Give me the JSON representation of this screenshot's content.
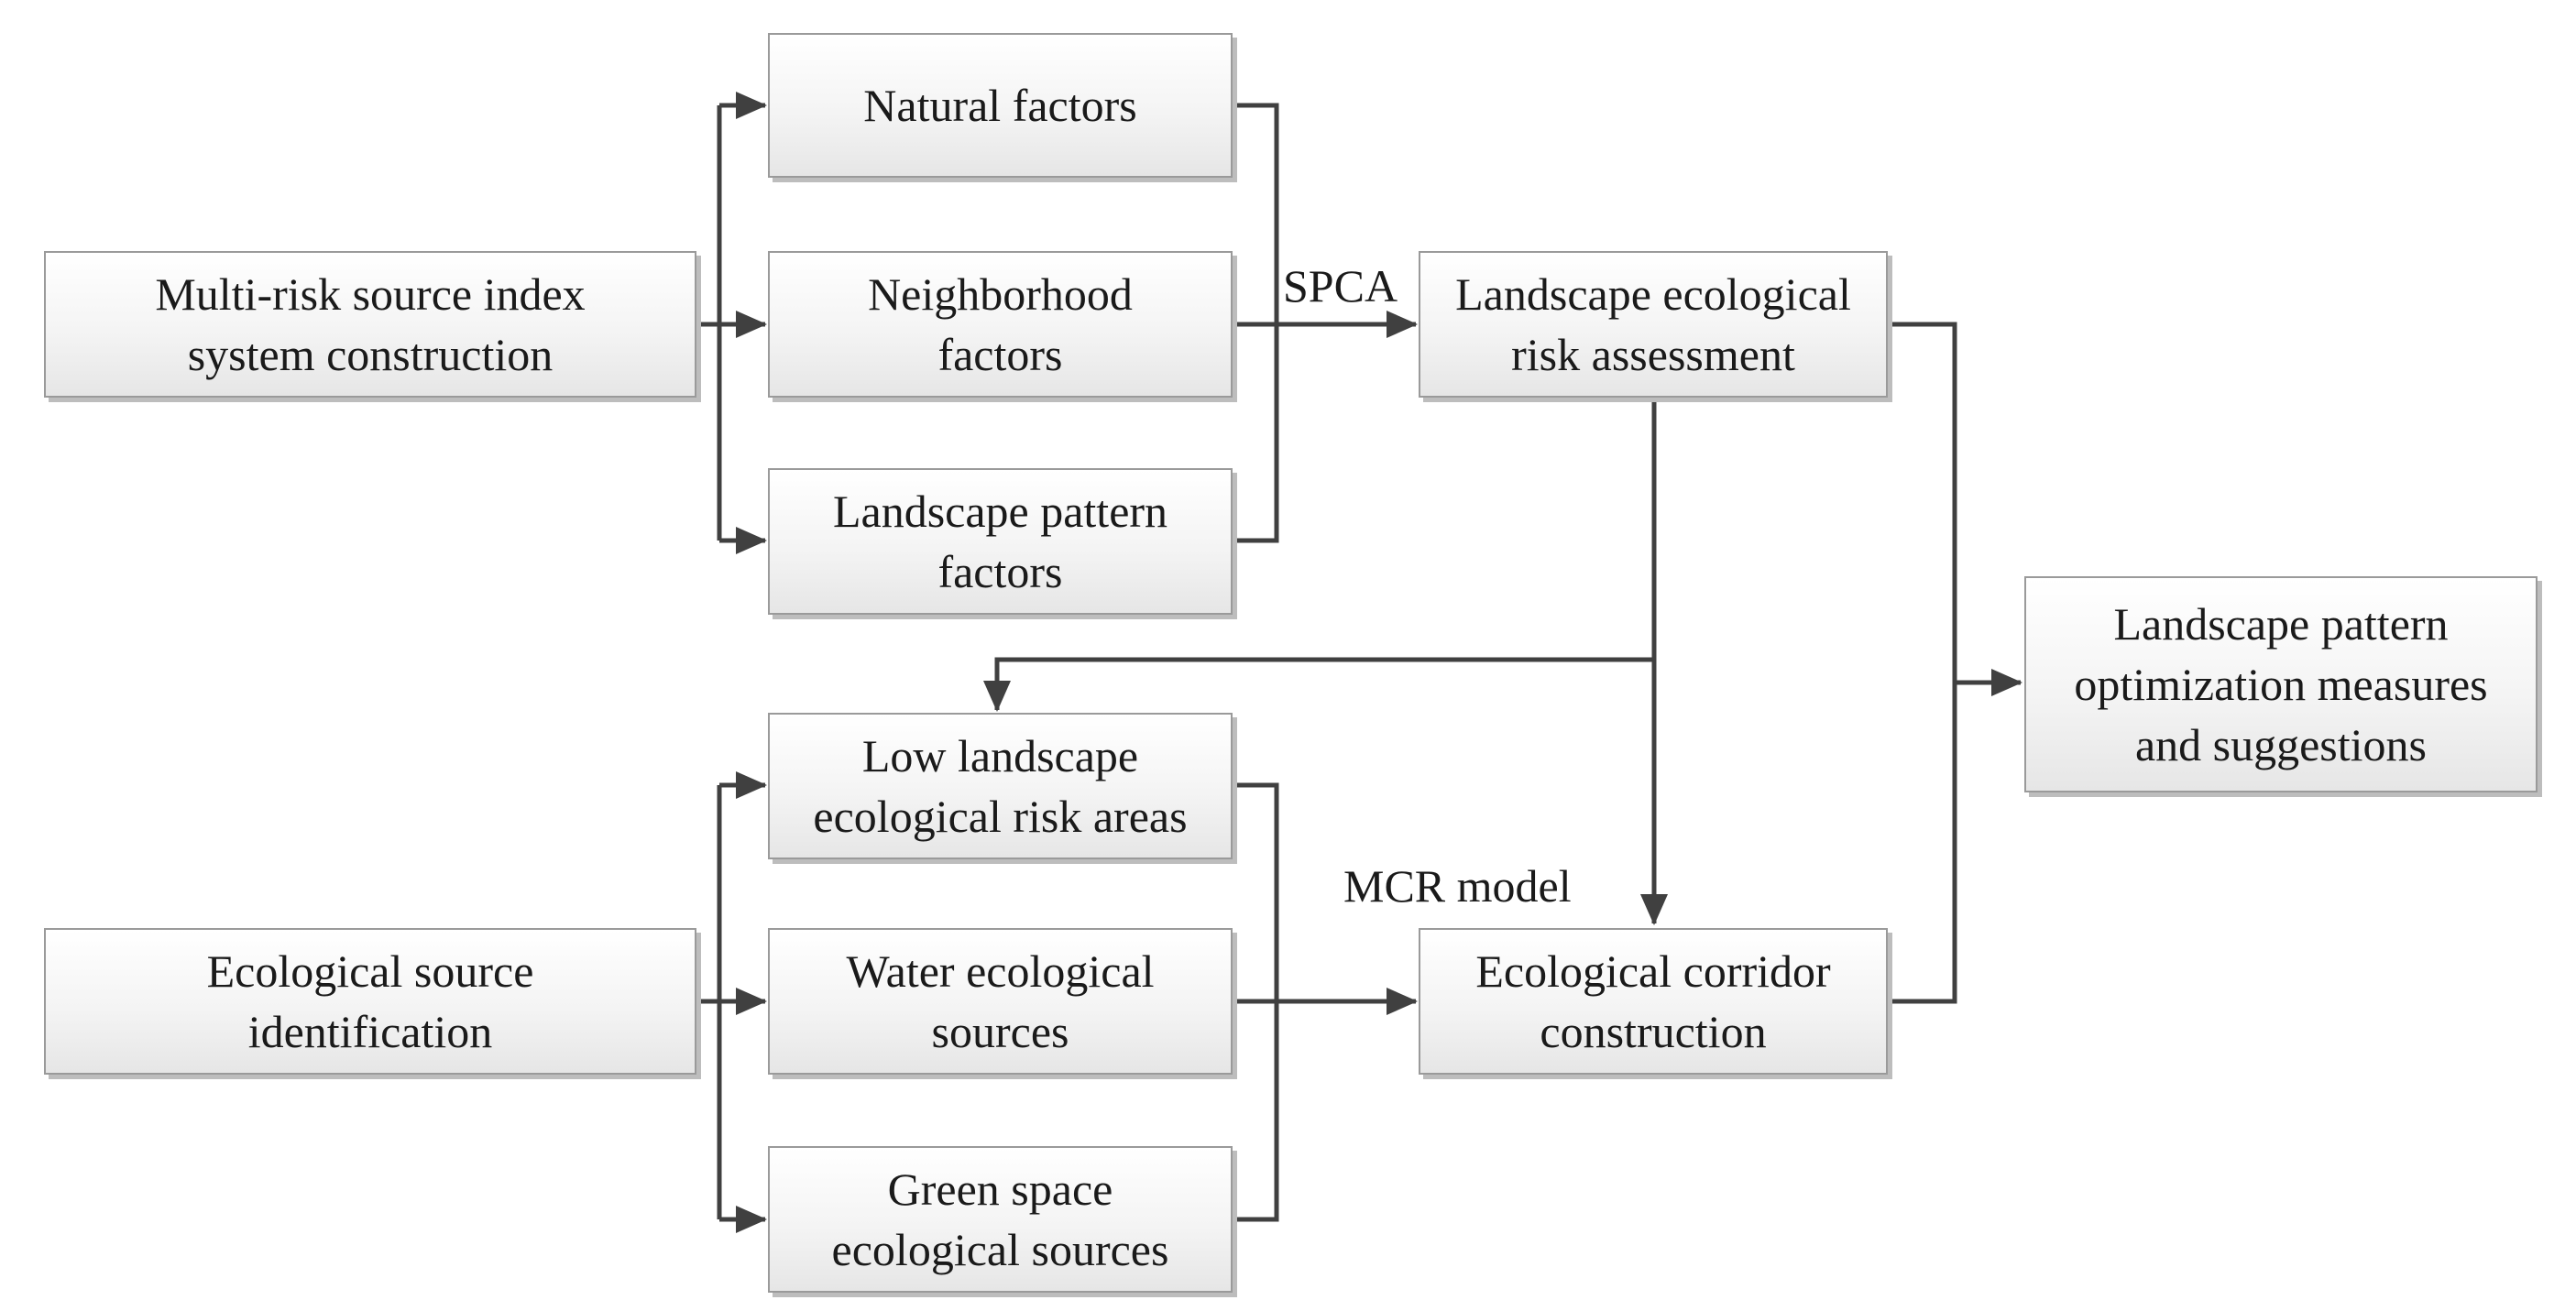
{
  "diagram": {
    "nodes": {
      "multi_risk": {
        "lines": [
          "Multi-risk source index",
          "system construction"
        ]
      },
      "natural": {
        "lines": [
          "Natural factors"
        ]
      },
      "neighborhood": {
        "lines": [
          "Neighborhood",
          "factors"
        ]
      },
      "landscape_pattern_factors": {
        "lines": [
          "Landscape pattern",
          "factors"
        ]
      },
      "risk_assessment": {
        "lines": [
          "Landscape ecological",
          "risk assessment"
        ]
      },
      "optimization": {
        "lines": [
          "Landscape pattern",
          "optimization measures",
          "and suggestions"
        ]
      },
      "low_risk": {
        "lines": [
          "Low landscape",
          "ecological risk areas"
        ]
      },
      "ecological_source": {
        "lines": [
          "Ecological source",
          "identification"
        ]
      },
      "water": {
        "lines": [
          "Water ecological",
          "sources"
        ]
      },
      "green": {
        "lines": [
          "Green space",
          "ecological sources"
        ]
      },
      "corridor": {
        "lines": [
          "Ecological corridor",
          "construction"
        ]
      }
    },
    "edge_labels": {
      "spca": "SPCA",
      "mcr": "MCR model"
    },
    "colors": {
      "connector": "#404040",
      "box_border": "#9a9a9a",
      "box_shadow": "#bdbdbd",
      "text": "#1a1a1a"
    }
  }
}
